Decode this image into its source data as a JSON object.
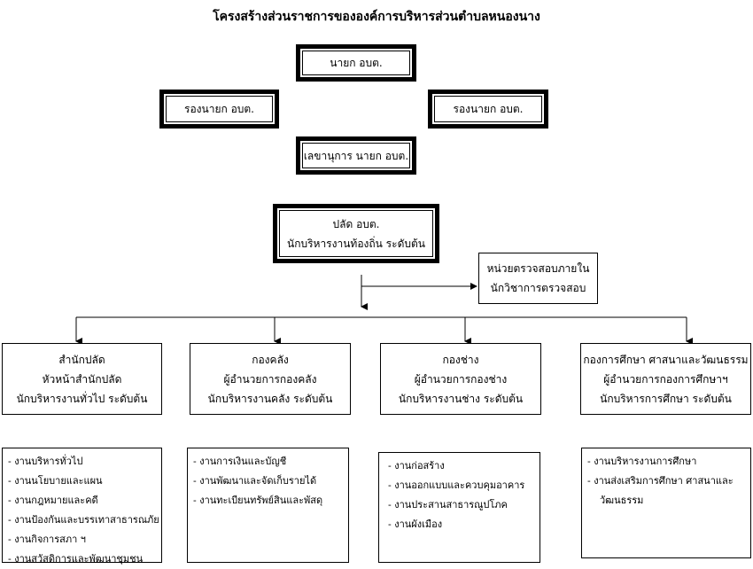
{
  "title": "โครงสร้างส่วนราชการขององค์การบริหารส่วนตำบลหนองนาง",
  "mayor": "นายก อบต.",
  "deputy_left": "รองนายก อบต.",
  "deputy_right": "รองนายก อบต.",
  "secretary": "เลขานุการ นายก อบต.",
  "chief": {
    "line1": "ปลัด อบต.",
    "line2": "นักบริหารงานท้องถิ่น ระดับต้น"
  },
  "audit": {
    "line1": "หน่วยตรวจสอบภายใน",
    "line2": "นักวิชาการตรวจสอบ"
  },
  "departments": [
    {
      "line1": "สำนักปลัด",
      "line2": "หัวหน้าสำนักปลัด",
      "line3": "นักบริหารงานทั่วไป ระดับต้น",
      "tasks": [
        "- งานบริหารทั่วไป",
        "- งานนโยบายและแผน",
        "- งานกฎหมายและคดี",
        "- งานป้องกันและบรรเทาสาธารณภัย",
        "- งานกิจการสภา ฯ",
        "- งานสวัสดิการและพัฒนาชุมชน"
      ]
    },
    {
      "line1": "กองคลัง",
      "line2": "ผู้อำนวยการกองคลัง",
      "line3": "นักบริหารงานคลัง ระดับต้น",
      "tasks": [
        "- งานการเงินและบัญชี",
        "- งานพัฒนาและจัดเก็บรายได้",
        "- งานทะเบียนทรัพย์สินและพัสดุ"
      ]
    },
    {
      "line1": "กองช่าง",
      "line2": "ผู้อำนวยการกองช่าง",
      "line3": "นักบริหารงานช่าง ระดับต้น",
      "tasks": [
        "- งานก่อสร้าง",
        "- งานออกแบบและควบคุมอาคาร",
        "- งานประสานสาธารณูปโภค",
        "- งานผังเมือง"
      ]
    },
    {
      "line1": "กองการศึกษา ศาสนาและวัฒนธรรม",
      "line2": "ผู้อำนวยการกองการศึกษาฯ",
      "line3": "นักบริหารการศึกษา ระดับต้น",
      "tasks": [
        "- งานบริหารงานการศึกษา",
        "- งานส่งเสริมการศึกษา ศาสนาและ",
        "  วัฒนธรรม"
      ]
    }
  ]
}
